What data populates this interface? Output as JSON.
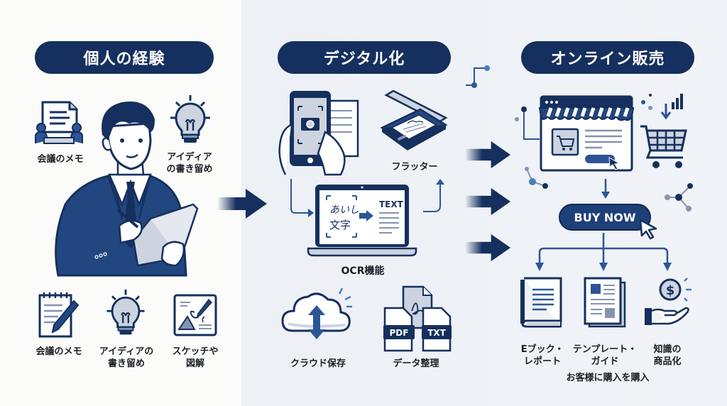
{
  "colors": {
    "navy": "#15305e",
    "mid_blue": "#2c5597",
    "light_gray_blue": "#cdd4e0",
    "left_background": "#fbfbf9",
    "right_background": "#eef1f6"
  },
  "sections": [
    {
      "title": "個人の経験",
      "figure": "businessman-writing-in-notebook",
      "top_items": [
        {
          "label": "会議のメモ",
          "icon": "meeting-document-icon"
        },
        {
          "label": "アイディア\nの書き留め",
          "label_lines": [
            "アイディア",
            "の書き留め"
          ],
          "icon": "lightbulb-icon"
        }
      ],
      "bottom_items": [
        {
          "label_lines": [
            "会議のメモ"
          ],
          "icon": "notepad-pencil-icon"
        },
        {
          "label_lines": [
            "アイディアの",
            "書き留め"
          ],
          "icon": "lightbulb-icon"
        },
        {
          "label_lines": [
            "スケッチや",
            "図解"
          ],
          "icon": "sketch-diagram-icon"
        }
      ]
    },
    {
      "title": "デジタル化",
      "items": [
        {
          "label": "",
          "icon": "smartphone-camera-scan-icon"
        },
        {
          "label": "フラッター",
          "icon": "flatbed-scanner-icon"
        },
        {
          "label": "OCR機能",
          "icon": "laptop-ocr-icon",
          "ocr_input": [
            "あいし",
            "文字"
          ],
          "ocr_output": "TEXT"
        },
        {
          "label": "クラウド保存",
          "icon": "cloud-sync-icon"
        },
        {
          "label": "データ整理",
          "icon": "document-files-icon",
          "file_tags": [
            "PDF",
            "TXT"
          ]
        }
      ]
    },
    {
      "title": "オンライン販売",
      "storefront_icon": "online-storefront-icon",
      "cart_icon": "shopping-cart-icon",
      "cta_button": "BUY NOW",
      "products": [
        {
          "label_lines": [
            "Eブック・",
            "レポート"
          ],
          "icon": "ebook-icon"
        },
        {
          "label_lines": [
            "テンプレート・",
            "ガイド"
          ],
          "icon": "template-guide-icon"
        },
        {
          "label_lines": [
            "知識の",
            "商品化"
          ],
          "icon": "hand-coin-icon"
        }
      ],
      "footer": "お客様に購入を購入"
    }
  ]
}
